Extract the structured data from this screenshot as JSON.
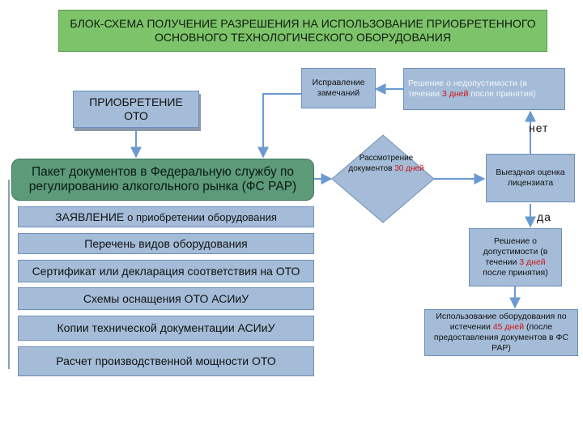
{
  "title": "БЛОК-СХЕМА ПОЛУЧЕНИЕ РАЗРЕШЕНИЯ НА ИСПОЛЬЗОВАНИЕ ПРИОБРЕТЕННОГО ОСНОВНОГО ТЕХНОЛОГИЧЕСКОГО ОБОРУДОВАНИЯ",
  "acquisition": "ПРИОБРЕТЕНИЕ ОТО",
  "package": "Пакет документов в Федеральную службу по регулированию алкогольного рынка (ФС РАР)",
  "documents": [
    {
      "pre": "ЗАЯВЛЕНИЕ ",
      "post": "о приобретении оборудования"
    },
    {
      "pre": "Перечень видов оборудования",
      "post": ""
    },
    {
      "pre": "Сертификат или декларация соответствия на ОТО",
      "post": ""
    },
    {
      "pre": "Схемы оснащения ОТО АСИиУ",
      "post": ""
    },
    {
      "pre": "Копии технической документации АСИиУ",
      "post": ""
    },
    {
      "pre": "Расчет производственной мощности ОТО",
      "post": ""
    }
  ],
  "review": {
    "pre": "Рассмотрение документов ",
    "highlight": "30 дней"
  },
  "corrections": "Исправление замечаний",
  "rejection": {
    "pre": "Решение о недопустимости (в течении ",
    "highlight": "3 дней",
    "post": " после принятия)"
  },
  "inspection": "Выездная оценка лицензиата",
  "admission": {
    "pre": "Решение о допустимости (в течении ",
    "highlight": "3 дней",
    "post": " после принятия)"
  },
  "usage": {
    "pre": "Использование оборудования по истечении ",
    "highlight": "45 дней",
    "post": " (после предоставления документов в ФС РАР)"
  },
  "label_no": "нет",
  "label_yes": "да",
  "colors": {
    "title_bg": "#7dc36a",
    "box_blue": "#a4bcd8",
    "package_green": "#5c9a7a",
    "highlight_red": "#d01414"
  }
}
